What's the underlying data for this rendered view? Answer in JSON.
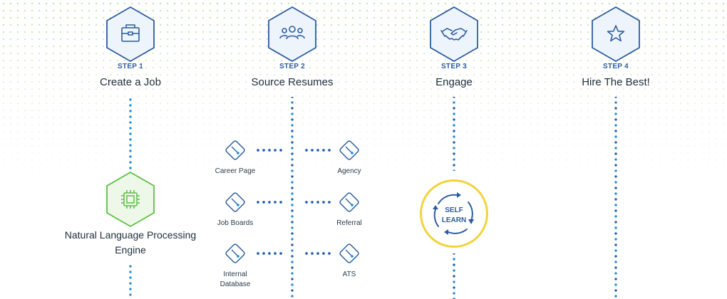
{
  "steps": [
    {
      "label": "STEP 1",
      "title": "Create a Job",
      "icon": "toolbox-icon"
    },
    {
      "label": "STEP 2",
      "title": "Source Resumes",
      "icon": "people-group-icon"
    },
    {
      "label": "STEP 3",
      "title": "Engage",
      "icon": "handshake-icon"
    },
    {
      "label": "STEP 4",
      "title": "Hire The Best!",
      "icon": "star-icon"
    }
  ],
  "nlp": {
    "title": "Natural Language Processing Engine",
    "icon": "chip-icon"
  },
  "sources_left": [
    "Career Page",
    "Job Boards",
    "Internal Database"
  ],
  "sources_right": [
    "Agency",
    "Referral",
    "ATS"
  ],
  "self_learn": {
    "line1": "SELF",
    "line2": "LEARN"
  },
  "colors": {
    "hex_stroke": "#2d5d9f",
    "hex_fill": "#eef4fb",
    "nlp_stroke": "#5cbf45",
    "nlp_fill": "#eef8e8",
    "dot_blue": "#1e90d6",
    "dot_navy": "#2d5aa0",
    "ring_yellow": "#f2d33b",
    "bg_dots": "#c7e3b4"
  }
}
